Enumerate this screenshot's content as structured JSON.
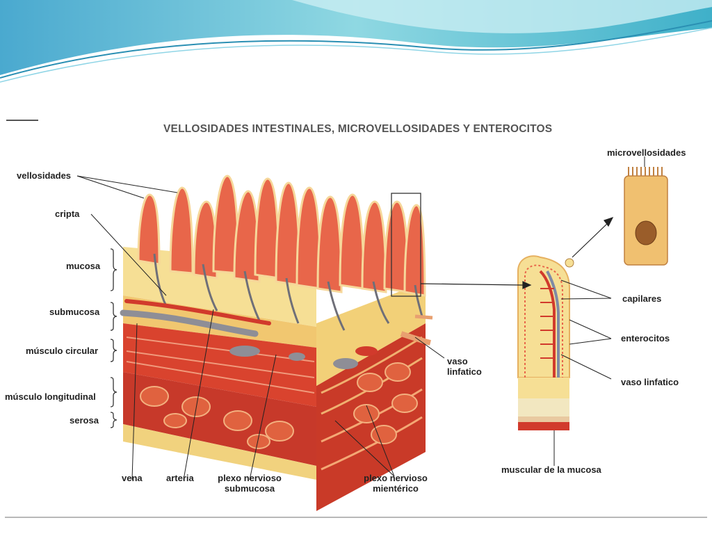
{
  "figure": {
    "title": "VELLOSIDADES INTESTINALES, MICROVELLOSIDADES Y ENTEROCITOS",
    "labels": {
      "vellosidades": "vellosidades",
      "cripta": "cripta",
      "mucosa": "mucosa",
      "submucosa": "submucosa",
      "musculo_circular": "músculo circular",
      "musculo_longitudinal": "músculo longitudinal",
      "serosa": "serosa",
      "vena": "vena",
      "arteria": "arteria",
      "plexo_submucosa_1": "plexo nervioso",
      "plexo_submucosa_2": "submucosa",
      "plexo_mienterico_1": "plexo nervioso",
      "plexo_mienterico_2": "mientérico",
      "vaso_linfatico_1": "vaso",
      "vaso_linfatico_2": "linfatico",
      "microvellosidades": "microvellosidades",
      "capilares": "capilares",
      "enterocitos": "enterocitos",
      "vaso_linfatico_right": "vaso linfatico",
      "muscular_de_la_mucosa": "muscular de la mucosa"
    }
  },
  "colors": {
    "villus": "#e8664a",
    "mucosa": "#f6df95",
    "muscle": "#d9432e",
    "vein": "#8e8e96",
    "banner": "#5fc2d6"
  }
}
